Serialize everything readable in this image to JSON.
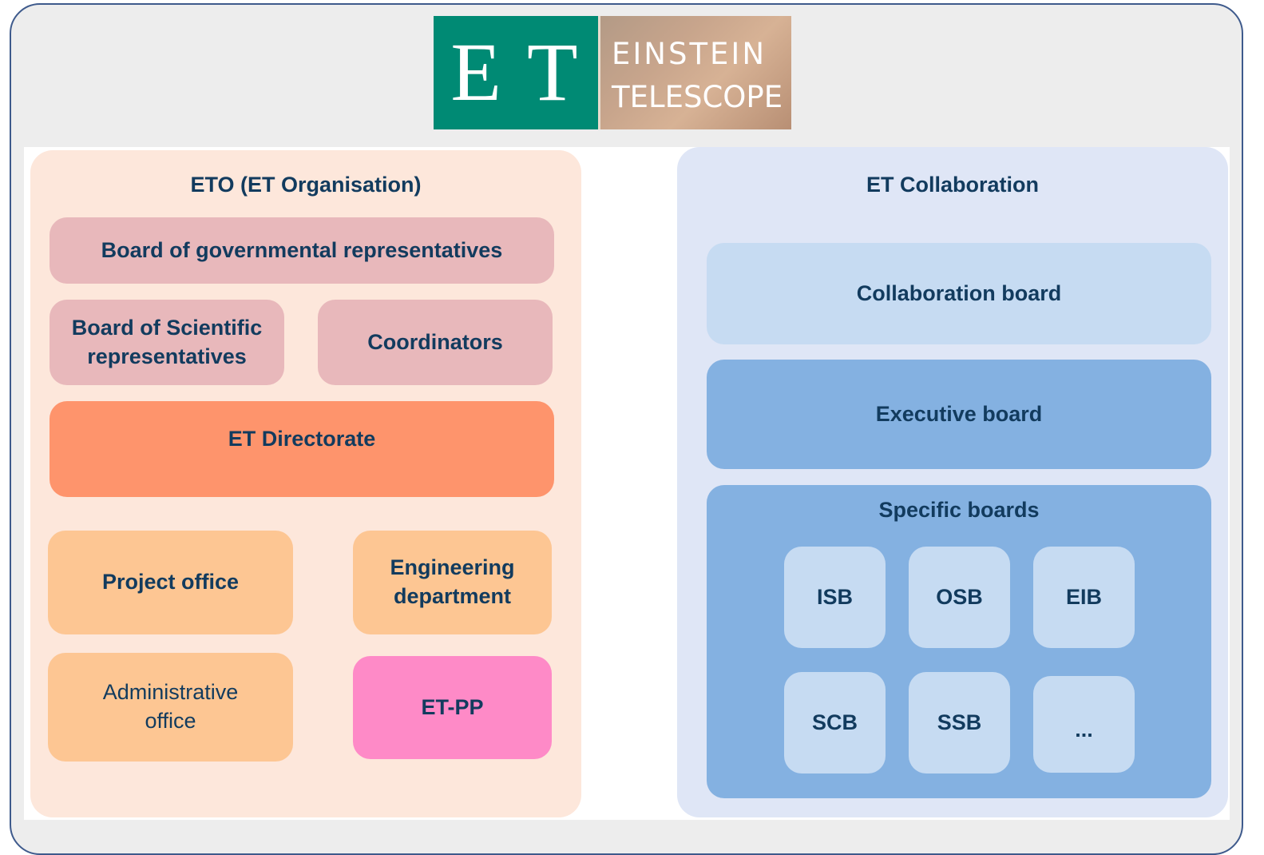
{
  "logo": {
    "initials": "E T",
    "line1": "EINSTEIN",
    "line2": "TELESCOPE"
  },
  "eto": {
    "title": "ETO (ET Organisation)",
    "board_gov": "Board of governmental representatives",
    "board_sci_line1": "Board of Scientific",
    "board_sci_line2": "representatives",
    "coordinators": "Coordinators",
    "directorate": "ET Directorate",
    "project_office": "Project office",
    "engineering_line1": "Engineering",
    "engineering_line2": "department",
    "admin_line1": "Administrative",
    "admin_line2": "office",
    "etpp": "ET-PP"
  },
  "collab": {
    "title": "ET Collaboration",
    "collab_board": "Collaboration board",
    "exec_board": "Executive board",
    "specific_title": "Specific boards",
    "boards": [
      "ISB",
      "OSB",
      "EIB",
      "SCB",
      "SSB",
      "..."
    ]
  },
  "colors": {
    "frame_border": "#3e5a8c",
    "text": "#123b5e",
    "eto_panel": "#fde7db",
    "pink_box": "#e8b8bb",
    "directorate": "#fe946c",
    "orange_box": "#fdc693",
    "etpp": "#fe8ac7",
    "collab_panel": "#dfe6f6",
    "light_blue": "#c6dbf2",
    "mid_blue": "#84b1e1"
  }
}
